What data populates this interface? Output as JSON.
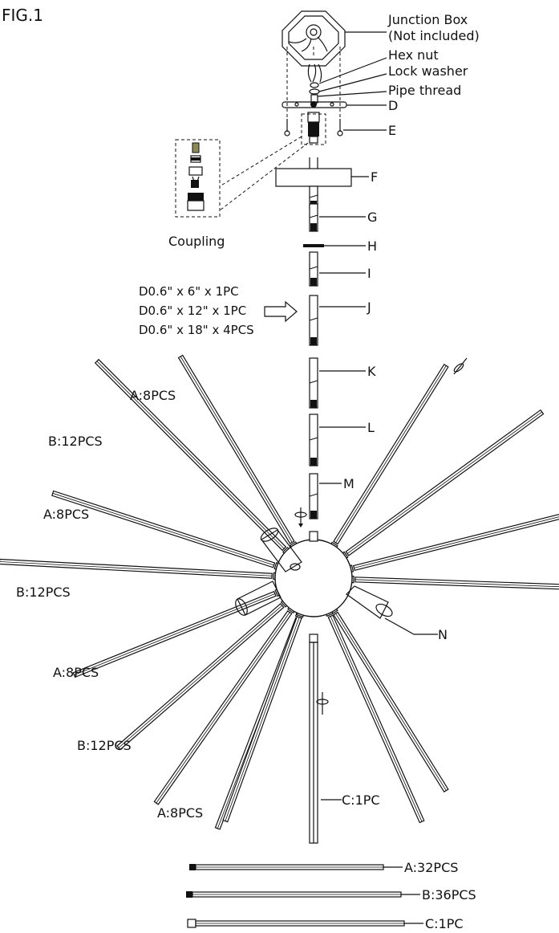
{
  "figure_label": "FIG.1",
  "labels": {
    "junction_box": "Junction Box",
    "not_included": "(Not included)",
    "hex_nut": "Hex nut",
    "lock_washer": "Lock washer",
    "pipe_thread": "Pipe thread",
    "d": "D",
    "e": "E",
    "f": "F",
    "g": "G",
    "h": "H",
    "i": "I",
    "j": "J",
    "k": "K",
    "l": "L",
    "m": "M",
    "n": "N",
    "coupling": "Coupling",
    "c_1pc": "C:1PC"
  },
  "rod_specs": [
    "D0.6\" x 6\" x 1PC",
    "D0.6\" x 12\" x 1PC",
    "D0.6\" x 18\" x 4PCS"
  ],
  "arm_labels": {
    "a_top": "A:8PCS",
    "b_upper": "B:12PCS",
    "a_mid": "A:8PCS",
    "b_mid": "B:12PCS",
    "a_low": "A:8PCS",
    "b_low": "B:12PCS",
    "a_bottom": "A:8PCS"
  },
  "parts_list": [
    {
      "label": "A:32PCS"
    },
    {
      "label": "B:36PCS"
    },
    {
      "label": "C:1PC"
    }
  ]
}
